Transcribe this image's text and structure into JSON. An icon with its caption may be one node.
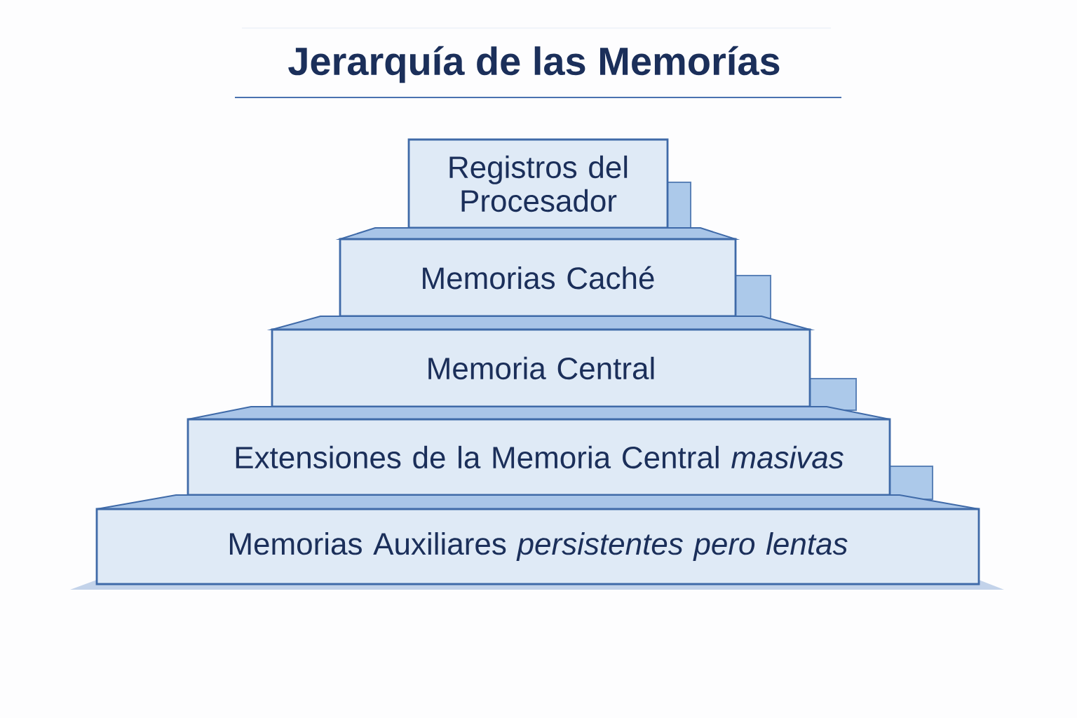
{
  "diagram": {
    "title": "Jerarquía de las Memorías",
    "nodes": [
      {
        "text": [
          "Registros del Procesador"
        ]
      },
      {
        "text": [
          "Memorias Caché"
        ]
      },
      {
        "text": [
          "Memoria Central"
        ]
      },
      {
        "text": [
          "Extensiones de la Memoria Central *masivas*"
        ]
      },
      {
        "text": [
          "Memorias Auxiliares *persistentes pero lentas*"
        ]
      }
    ]
  }
}
